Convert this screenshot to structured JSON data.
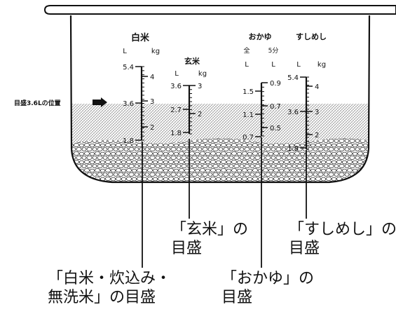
{
  "marker_label": "目盛3.6Lの位置",
  "scales": {
    "hakumai": {
      "title": "白米",
      "unit_left": "L",
      "unit_right": "kg",
      "left_ticks": [
        "5.4",
        "3.6",
        "1.8"
      ],
      "right_ticks": [
        "4",
        "3",
        "2"
      ]
    },
    "genmai": {
      "title": "玄米",
      "unit_left": "L",
      "unit_right": "kg",
      "left_ticks": [
        "3.6",
        "2.7",
        "1.8"
      ],
      "right_ticks": [
        "3",
        "2"
      ]
    },
    "okayu": {
      "title": "おかゆ",
      "sub_left": "全",
      "sub_right": "5分",
      "unit_left": "L",
      "unit_right": "L",
      "left_ticks": [
        "1.5",
        "1.1",
        "0.7"
      ],
      "right_ticks": [
        "0.9",
        "0.7",
        "0.5"
      ]
    },
    "sushimeshi": {
      "title": "すしめし",
      "unit_left": "L",
      "unit_right": "kg",
      "left_ticks": [
        "5.4",
        "3.6",
        "1.8"
      ],
      "right_ticks": [
        "4",
        "3",
        "2"
      ]
    }
  },
  "callouts": {
    "genmai": {
      "line1": "「玄米」の",
      "line2": "目盛"
    },
    "sushimeshi": {
      "line1": "「すしめし」の",
      "line2": "目盛"
    },
    "hakumai": {
      "line1": "「白米・炊込み・",
      "line2": "無洗米」の目盛"
    },
    "okayu": {
      "line1": "「おかゆ」の",
      "line2": "目盛"
    }
  }
}
